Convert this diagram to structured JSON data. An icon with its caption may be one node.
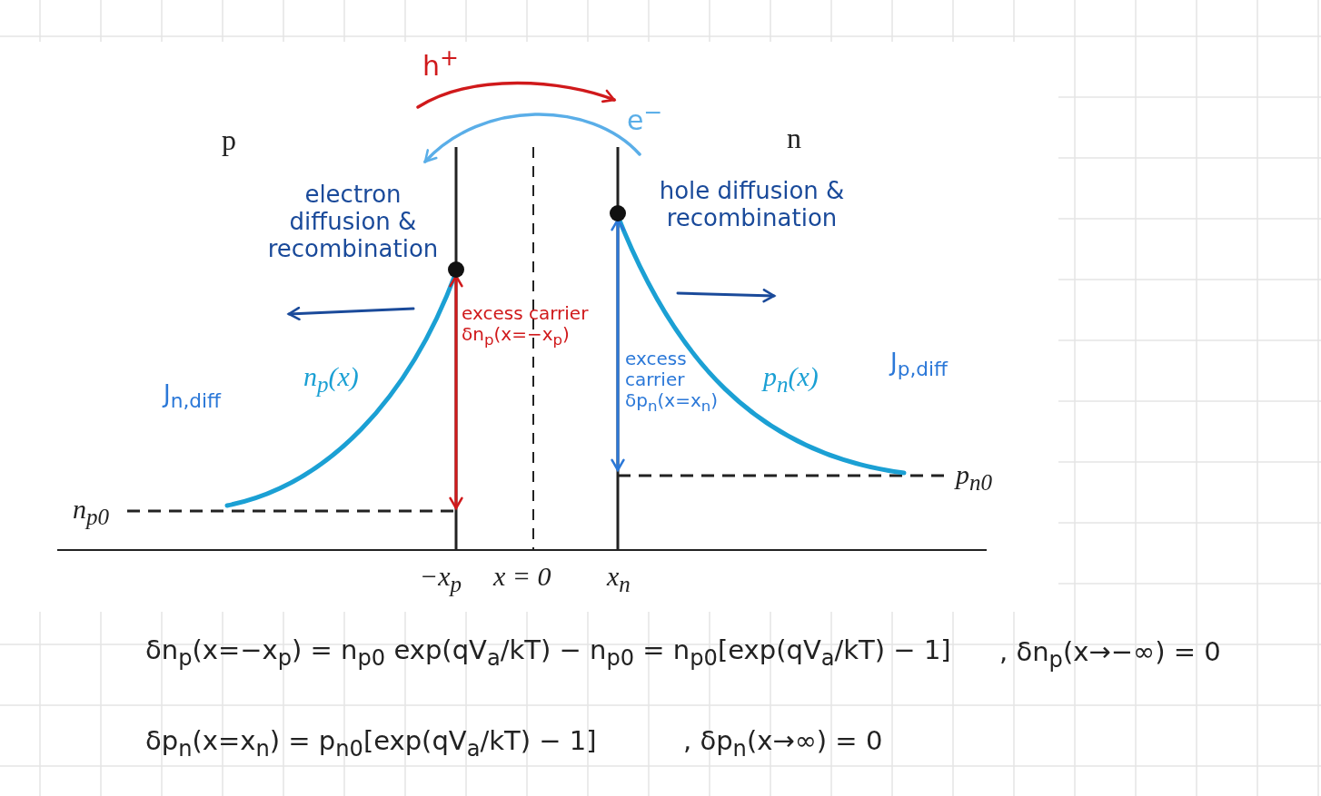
{
  "diagram": {
    "labels": [
      "h$^{+}$",
      "e$^{−}$",
      "p",
      "n",
      "electron diffusion & recombination",
      "hole diffusion & recombination",
      "excess carrier δn$_{p}$(x=−x$_{p}$)",
      "J$_{n,diff}$",
      "n$_{p}$(x)",
      "excess carrier δp$_{n}$(x=x$_{n}$)",
      "p$_{n}$(x)",
      "J$_{p,diff}$",
      "p$_{n0}$",
      "n$_{p0}$",
      "−x$_{p}$",
      "x = 0",
      "x$_{n}$",
      "δn$_{p}$(x=−x$_{p}$) = n$_{p0}$ exp(qV$_{a}$/kT) − n$_{p0}$ = n$_{p0}$[exp(qV$_{a}$/kT) − 1]",
      ", δn$_{p}$(x→−∞) = 0",
      "δp$_{n}$(x=x$_{n}$) = p$_{n0}$[exp(qV$_{a}$/kT) − 1]",
      ", δp$_{n}$(x→∞) = 0"
    ]
  }
}
